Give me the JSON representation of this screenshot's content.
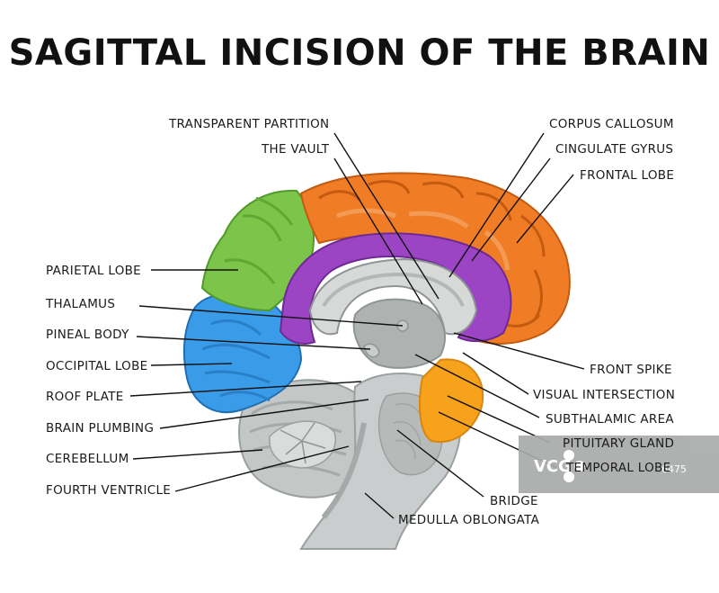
{
  "title": "SAGITTAL INCISION OF THE BRAIN",
  "labels": {
    "transparent_partition": "TRANSPARENT PARTITION",
    "the_vault": "THE VAULT",
    "corpus_callosum": "CORPUS CALLOSUM",
    "cingulate_gyrus": "CINGULATE GYRUS",
    "frontal_lobe": "FRONTAL LOBE",
    "parietal_lobe": "PARIETAL LOBE",
    "thalamus": "THALAMUS",
    "pineal_body": "PINEAL BODY",
    "occipital_lobe": "OCCIPITAL LOBE",
    "roof_plate": "ROOF PLATE",
    "brain_plumbing": "BRAIN PLUMBING",
    "cerebellum": "CEREBELLUM",
    "fourth_ventricle": "FOURTH VENTRICLE",
    "front_spike": "FRONT SPIKE",
    "visual_intersection": "VISUAL INTERSECTION",
    "subthalamic_area": "SUBTHALAMIC AREA",
    "pituitary_gland": "PITUITARY GLAND",
    "temporal_lobe": "TEMPORAL LOBE",
    "bridge": "BRIDGE",
    "medulla_oblongata": "MEDULLA OBLONGATA"
  },
  "watermark": {
    "logo": "VCG",
    "number": "6475"
  },
  "colors": {
    "frontal": "#f07d25",
    "parietal": "#7cc44a",
    "occipital": "#3a9be8",
    "cingulate": "#9b45c4",
    "temporal": "#f7a21b",
    "gray": "#c9cdcd",
    "dark_gray": "#8f9594"
  }
}
